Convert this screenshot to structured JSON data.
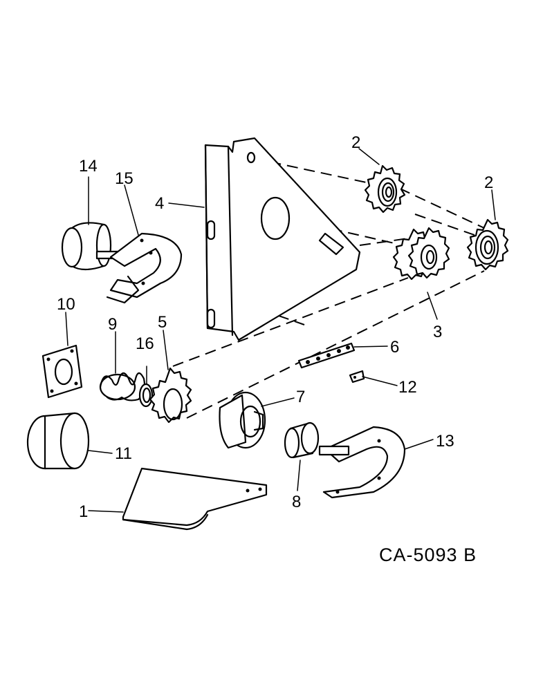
{
  "drawing_code": "CA-5093 B",
  "callouts": [
    {
      "key": "p1",
      "label": "1"
    },
    {
      "key": "p2a",
      "label": "2"
    },
    {
      "key": "p2b",
      "label": "2"
    },
    {
      "key": "p3",
      "label": "3"
    },
    {
      "key": "p4",
      "label": "4"
    },
    {
      "key": "p5",
      "label": "5"
    },
    {
      "key": "p6",
      "label": "6"
    },
    {
      "key": "p7",
      "label": "7"
    },
    {
      "key": "p8",
      "label": "8"
    },
    {
      "key": "p9",
      "label": "9"
    },
    {
      "key": "p10",
      "label": "10"
    },
    {
      "key": "p11",
      "label": "11"
    },
    {
      "key": "p12",
      "label": "12"
    },
    {
      "key": "p13",
      "label": "13"
    },
    {
      "key": "p14",
      "label": "14"
    },
    {
      "key": "p15",
      "label": "15"
    },
    {
      "key": "p16",
      "label": "16"
    }
  ]
}
